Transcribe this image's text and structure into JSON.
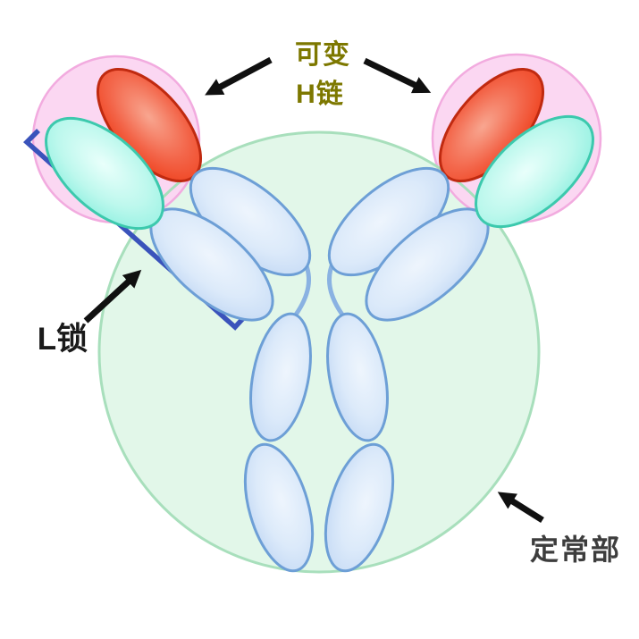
{
  "diagram": {
    "title": "antibody-structure-diagram",
    "labels": {
      "variable_h_line1": "可变",
      "variable_h_line2": "H链",
      "l_chain": "L锁",
      "constant_region": "定常部"
    },
    "colors": {
      "variable_label_text": "#7d7800",
      "l_chain_label_text": "#1a1a1a",
      "constant_label_text": "#3d3d3d",
      "variable_region_circle_fill": "#fbd7f2",
      "variable_region_circle_border": "#f2abdf",
      "constant_region_circle_fill": "#e2f7e9",
      "constant_region_circle_border": "#a8dfbc",
      "heavy_variable_ellipse_fill": "#ee3a15",
      "heavy_variable_ellipse_border": "#c02a10",
      "light_variable_ellipse_fill": "#8aefdf",
      "light_variable_ellipse_border": "#3cc9ad",
      "constant_domain_ellipse_fill": "#c2d8f4",
      "constant_domain_ellipse_border": "#6d9fd6",
      "hinge_line": "#8ab2e2",
      "l_chain_bracket": "#3a53bb",
      "arrow": "#101010"
    }
  }
}
